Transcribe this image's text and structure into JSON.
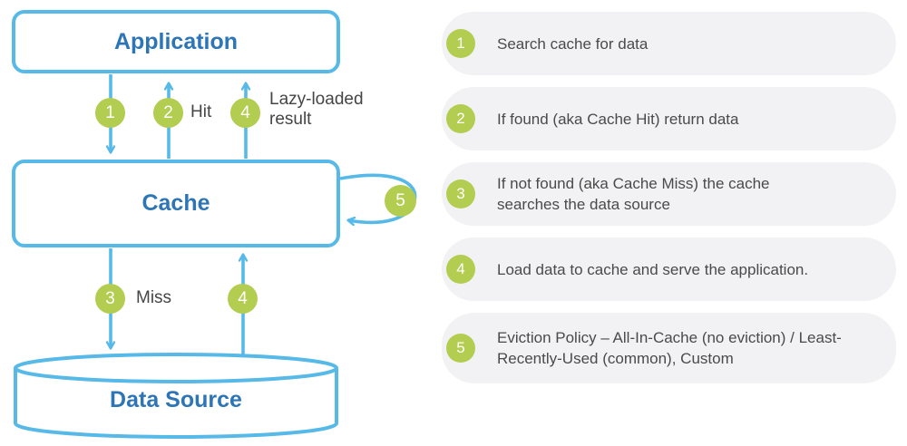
{
  "colors": {
    "accent_blue": "#56b9e8",
    "node_text_blue": "#2e75b6",
    "badge_green": "#b2cd50",
    "legend_text_gray": "#4a4a4a",
    "legend_row_bg": "#f2f2f4"
  },
  "diagram": {
    "application_label": "Application",
    "cache_label": "Cache",
    "data_source_label": "Data Source",
    "edge_labels": {
      "hit": "Hit",
      "lazy": "Lazy-loaded result",
      "miss": "Miss"
    },
    "badges": {
      "search": "1",
      "hit": "2",
      "lazy_result": "4",
      "miss": "3",
      "load": "4",
      "eviction": "5"
    }
  },
  "legend": {
    "items": [
      {
        "number": "1",
        "text": "Search cache for data"
      },
      {
        "number": "2",
        "text": "If found (aka Cache Hit) return data"
      },
      {
        "number": "3",
        "text": "If not found (aka Cache Miss) the cache searches the data source"
      },
      {
        "number": "4",
        "text": "Load data to cache and serve the application."
      },
      {
        "number": "5",
        "text": "Eviction Policy – All-In-Cache (no eviction) / Least-Recently-Used (common), Custom"
      }
    ]
  }
}
